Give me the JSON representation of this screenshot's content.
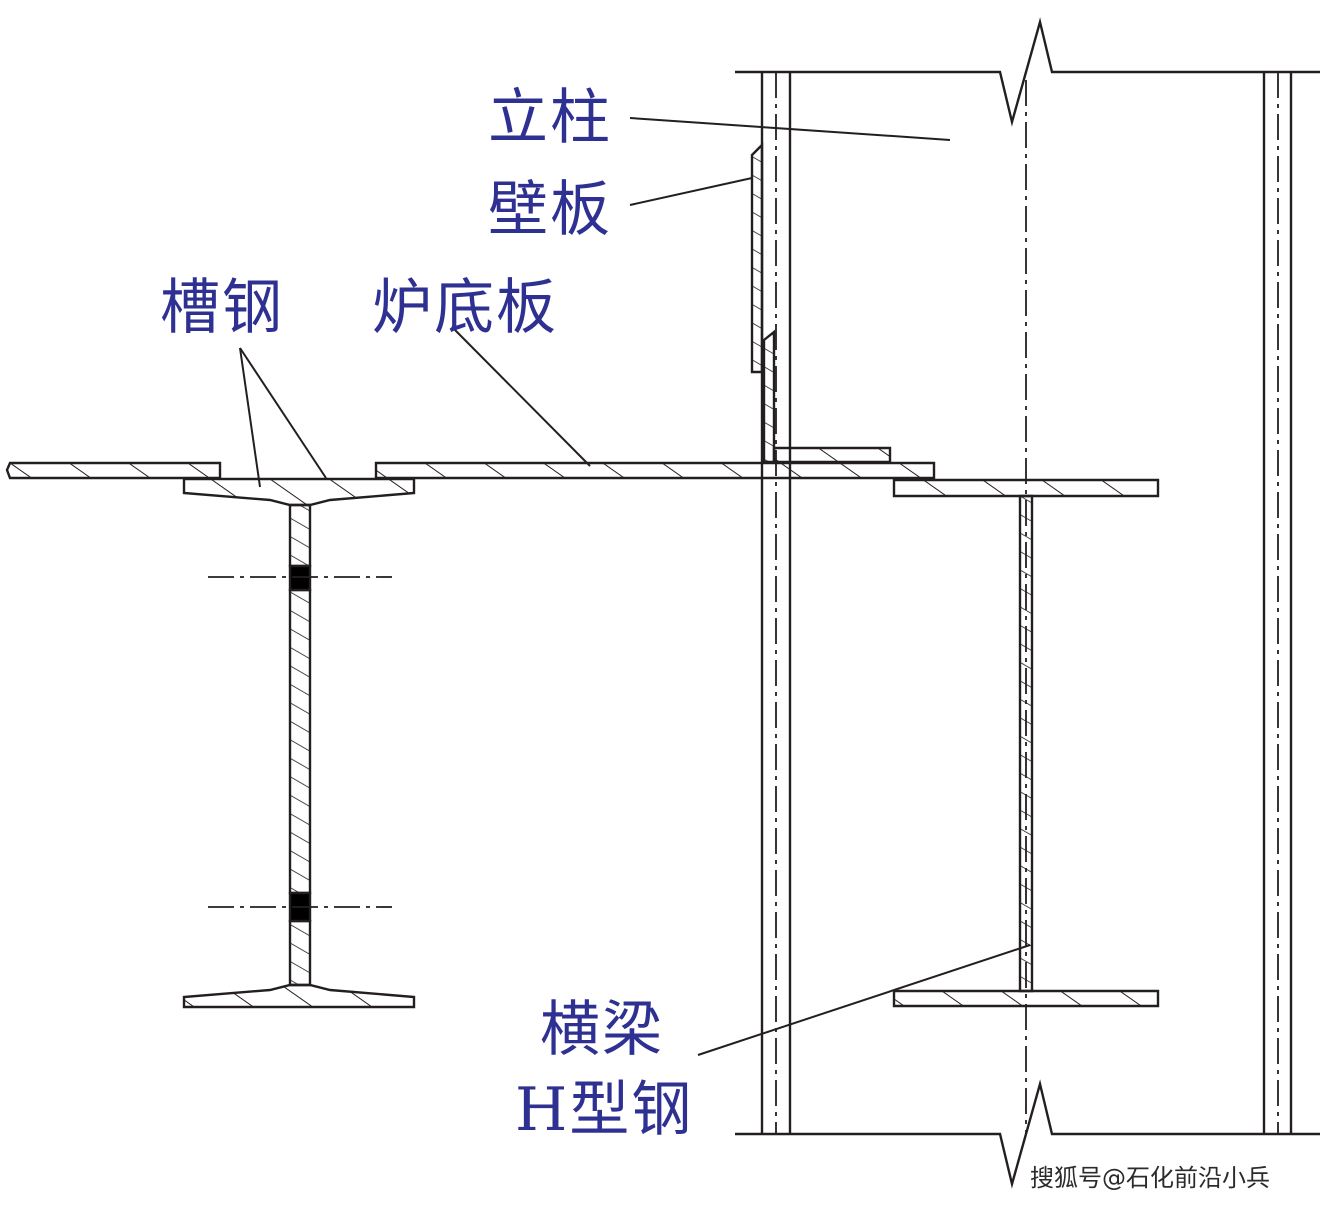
{
  "colors": {
    "line": "#231f20",
    "label": "#2e3192",
    "watermark": "#2b2b2b",
    "weld": "#000000"
  },
  "labels": {
    "column": "立柱",
    "wall_panel": "壁板",
    "channel_steel": "槽钢",
    "furnace_floor": "炉底板",
    "beam_line1": "横梁",
    "beam_line2": "H型钢"
  },
  "watermark": "搜狐号@石化前沿小兵"
}
